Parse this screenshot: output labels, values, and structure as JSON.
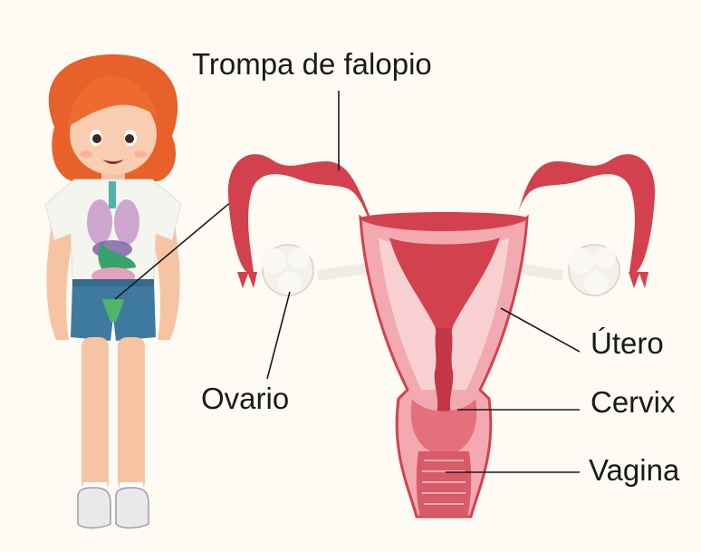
{
  "labels": {
    "trompa": "Trompa de falopio",
    "ovario": "Ovario",
    "utero": "Útero",
    "cervix": "Cervix",
    "vagina": "Vagina"
  },
  "icons": [
    "girl-illustration",
    "uterus-illustration",
    "ovary-left-icon",
    "ovary-right-icon"
  ],
  "colors": {
    "background": "#fdfbf3",
    "organ_dark": "#d3414f",
    "organ_light": "#f2aab0",
    "organ_pale": "#f8d0d2",
    "ovary": "#f4f0ea",
    "hair": "#e8602a"
  }
}
